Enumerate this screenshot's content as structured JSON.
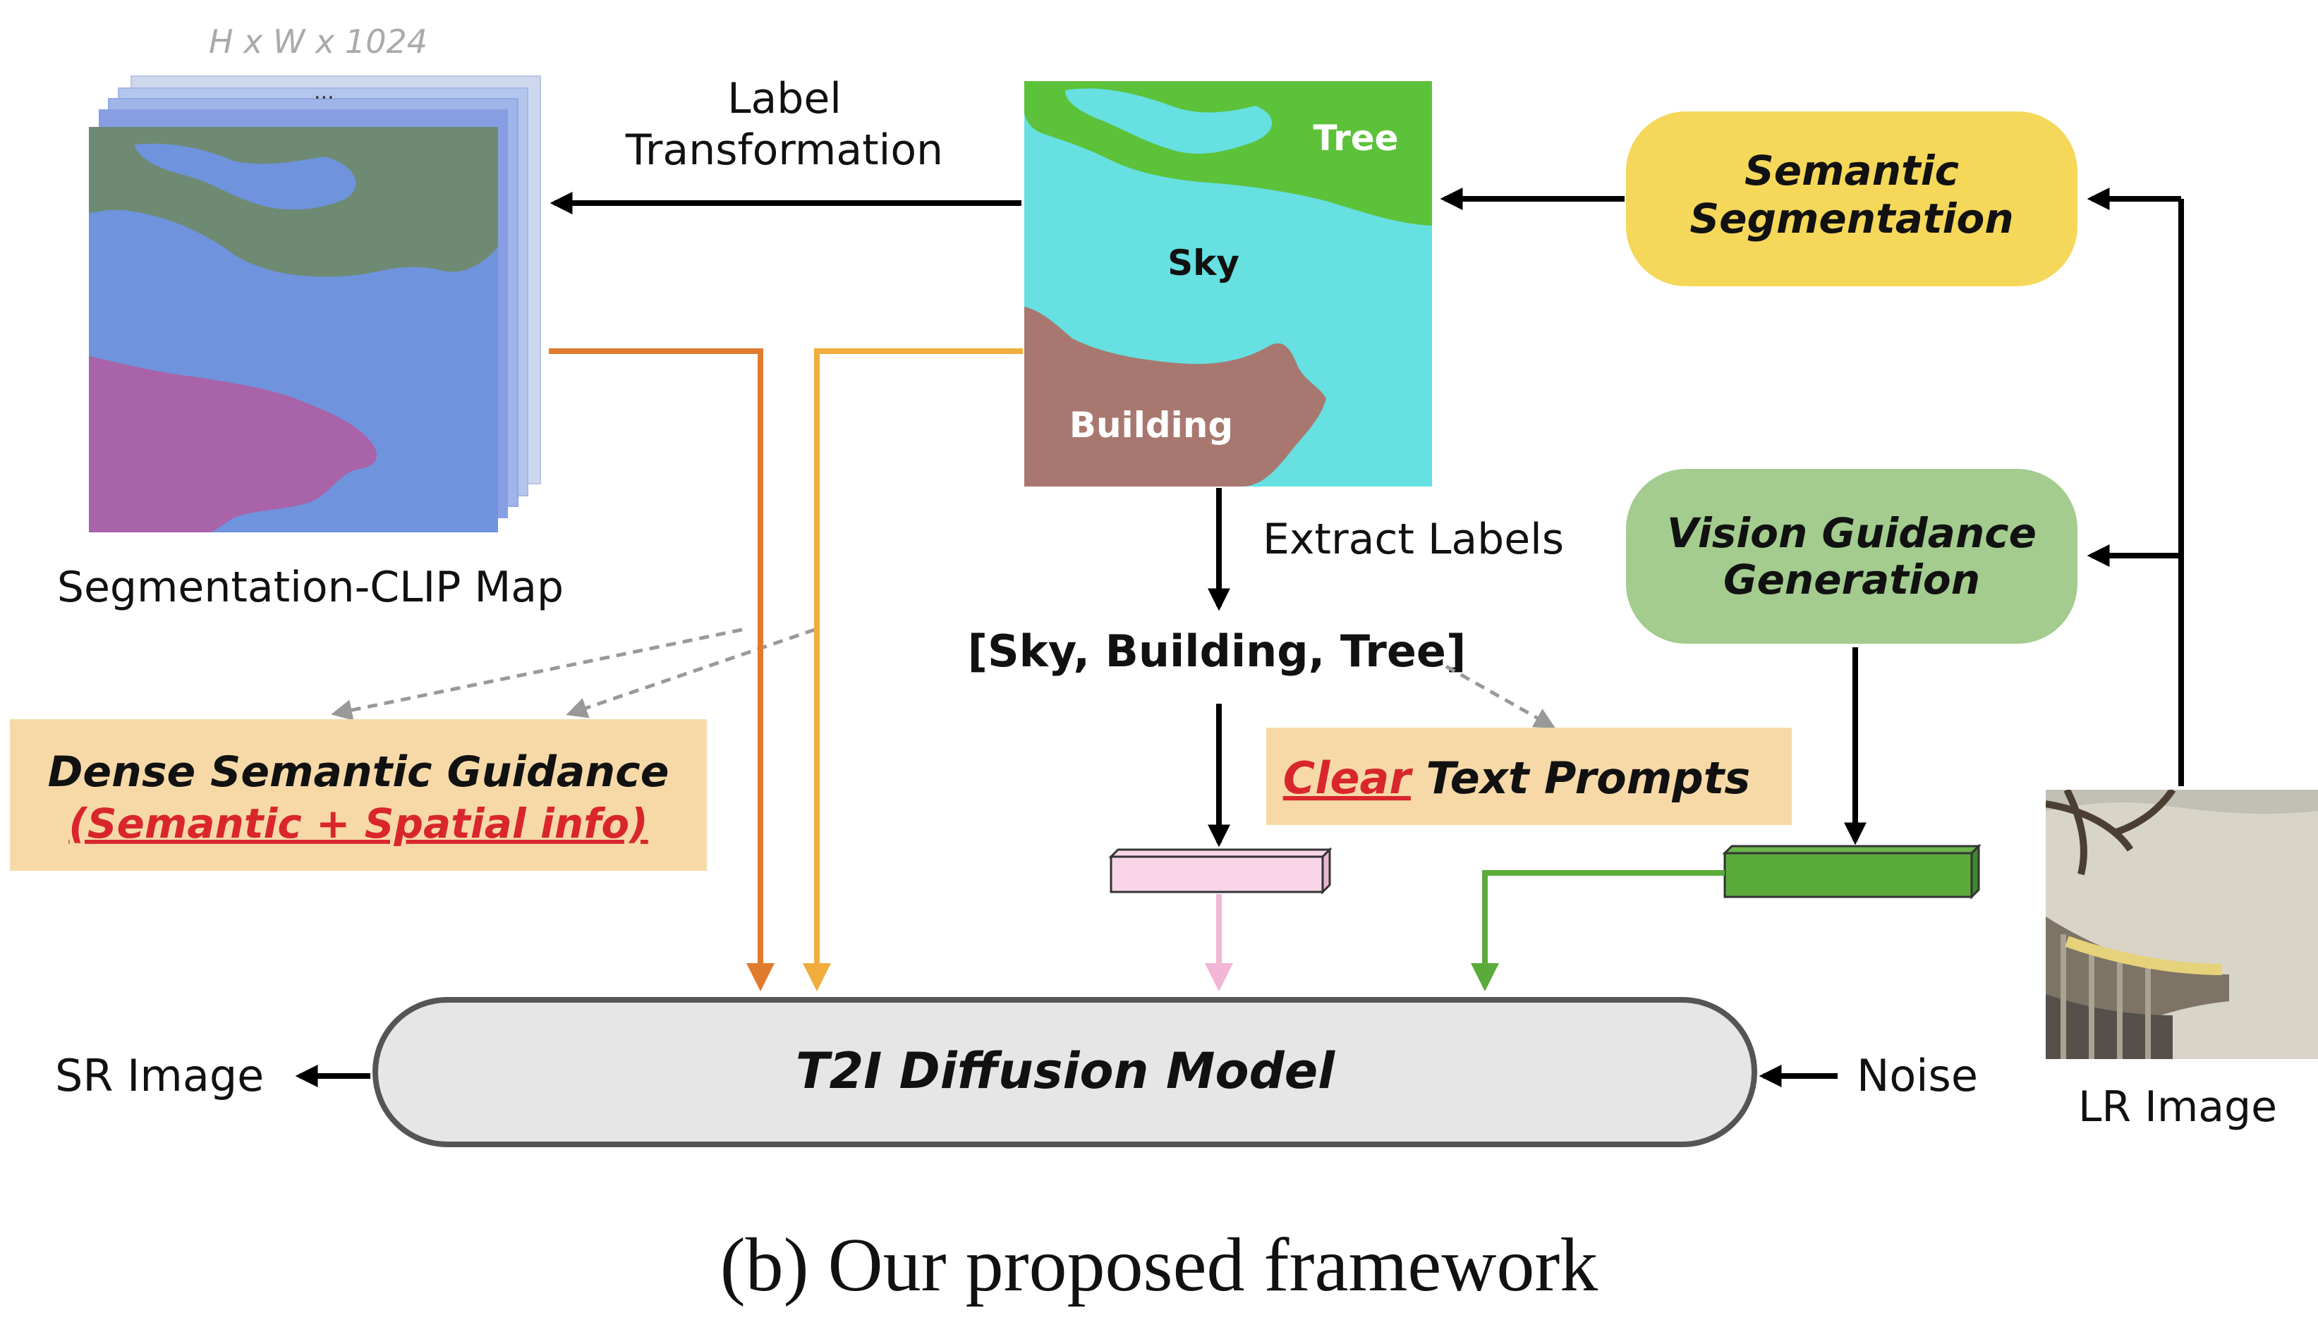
{
  "stack_dims": "H x W x 1024",
  "stack_dots": "...",
  "segclip_label": "Segmentation-CLIP Map",
  "label_transform": [
    "Label",
    "Transformation"
  ],
  "seg_regions": {
    "tree": "Tree",
    "sky": "Sky",
    "building": "Building"
  },
  "semantic_seg": [
    "Semantic",
    "Segmentation"
  ],
  "vision_guidance": [
    "Vision Guidance",
    "Generation"
  ],
  "extract_labels": "Extract Labels",
  "label_list": "[Sky, Building, Tree]",
  "dense_guidance": {
    "title": "Dense Semantic Guidance",
    "subtitle": "(Semantic + Spatial info)"
  },
  "text_prompts": {
    "highlight": "Clear",
    "rest": " Text Prompts"
  },
  "diffusion_model": "T2I Diffusion Model",
  "sr_image": "SR Image",
  "noise": "Noise",
  "lr_image": "LR Image",
  "caption": "(b) Our proposed framework",
  "colors": {
    "sky": "#66e0e0",
    "tree": "#5cc23a",
    "building": "#a87870",
    "stack_blue": "#6f93dc",
    "stack_green": "#6e8a72",
    "stack_magenta": "#a963a8",
    "semantic_box": "#f5d75a",
    "vision_box": "#a3cc8e",
    "dense_box": "#f7d9a8",
    "prompt_box": "#f7d9a8",
    "orange_dark": "#e07b2e",
    "orange_light": "#f0ad3c",
    "pink": "#f2b6d6",
    "green": "#5aab3a",
    "accent_red": "#d9262c"
  }
}
